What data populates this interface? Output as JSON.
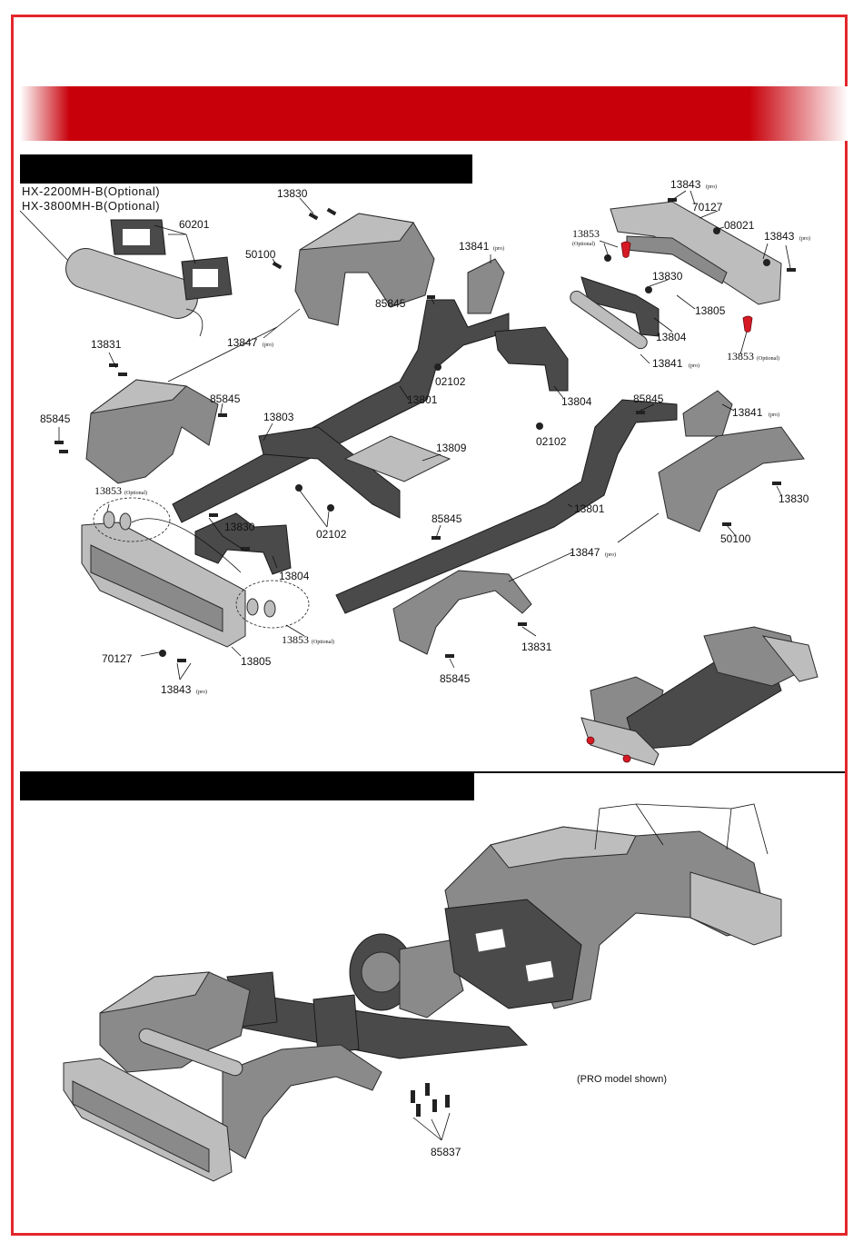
{
  "battery_labels": [
    "HX-2200MH-B(Optional)",
    "HX-3800MH-B(Optional)"
  ],
  "parts": {
    "p13830": "13830",
    "p60201": "60201",
    "p50100": "50100",
    "p13841": "13841",
    "p85845": "85845",
    "p13847": "13847",
    "p13831": "13831",
    "p13803": "13803",
    "p13801": "13801",
    "p02102": "02102",
    "p13809": "13809",
    "p13804": "13804",
    "p13853": "13853",
    "p13805": "13805",
    "p70127": "70127",
    "p13843": "13843",
    "p08021": "08021",
    "p85837": "85837"
  },
  "suffix": {
    "pro": "(pro)",
    "optional": "(Optional)"
  },
  "note_pro_model": "(PRO model shown)",
  "colors": {
    "frame": "#e3262b",
    "banner": "#c8000a",
    "bar": "#000000",
    "accent_part": "#d51a24"
  }
}
